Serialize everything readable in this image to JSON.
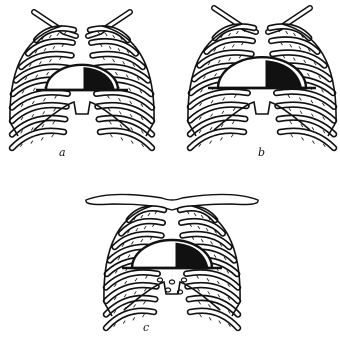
{
  "figure": {
    "panels": [
      {
        "id": "a",
        "label": "a",
        "variant": "compact"
      },
      {
        "id": "b",
        "label": "b",
        "variant": "wide"
      },
      {
        "id": "c",
        "label": "c",
        "variant": "flat-shoulders"
      }
    ],
    "colors": {
      "ink": "#111111",
      "paper": "#ffffff",
      "heart_fill": "#111111"
    }
  }
}
